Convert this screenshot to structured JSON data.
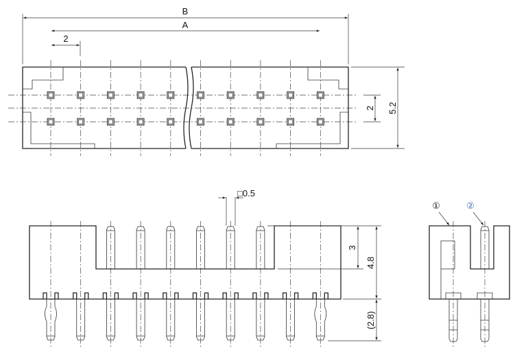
{
  "dimensions": {
    "B": "B",
    "A": "A",
    "pitch": "2",
    "row_pitch": "2",
    "depth": "5.2",
    "pin_size": "□0.5",
    "pin_exposed": "3",
    "body_height": "4.8",
    "tail_length": "(2.8)"
  },
  "callouts": [
    "①",
    "②"
  ],
  "pin_count_per_row": 10,
  "colors": {
    "line": "#222222",
    "callout2": "#3a6fb0"
  }
}
